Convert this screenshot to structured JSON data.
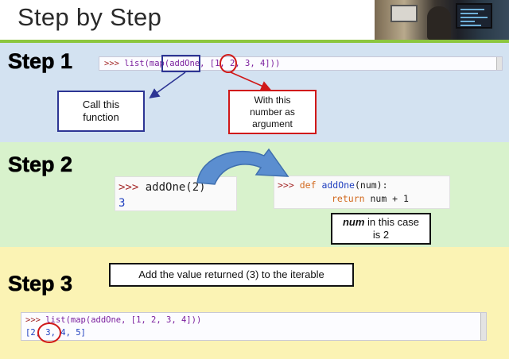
{
  "title": "Step by Step",
  "steps": {
    "step1": {
      "label": "Step 1",
      "code": {
        "prompt": ">>>",
        "text": "list(map(addOne, [1, 2, 3, 4]))"
      },
      "call_box": "Call this function",
      "arg_box": "With this number as argument"
    },
    "step2": {
      "label": "Step 2",
      "call_code": {
        "prompt": ">>>",
        "call": "addOne(2)",
        "result": "3"
      },
      "def_code": {
        "prompt": ">>>",
        "def_kw": "def",
        "fname": "addOne",
        "params": "(num):",
        "return_kw": "return",
        "return_expr": "num + 1"
      },
      "note": {
        "bold": "num",
        "rest": " in this case is 2"
      }
    },
    "step3": {
      "label": "Step 3",
      "note": "Add the value returned (3) to the iterable",
      "code": {
        "prompt": ">>>",
        "text": "list(map(addOne, [1, 2, 3, 4]))",
        "output": "[2, 3, 4, 5]"
      }
    }
  },
  "colors": {
    "header_accent": "#8cc63e",
    "step1_bg": "#d3e2f1",
    "step2_bg": "#d8f2cc",
    "step3_bg": "#fbf3b4",
    "blue_annotation": "#2d3594",
    "red_annotation": "#d01818",
    "arrow_blue": "#4a7fc0"
  }
}
